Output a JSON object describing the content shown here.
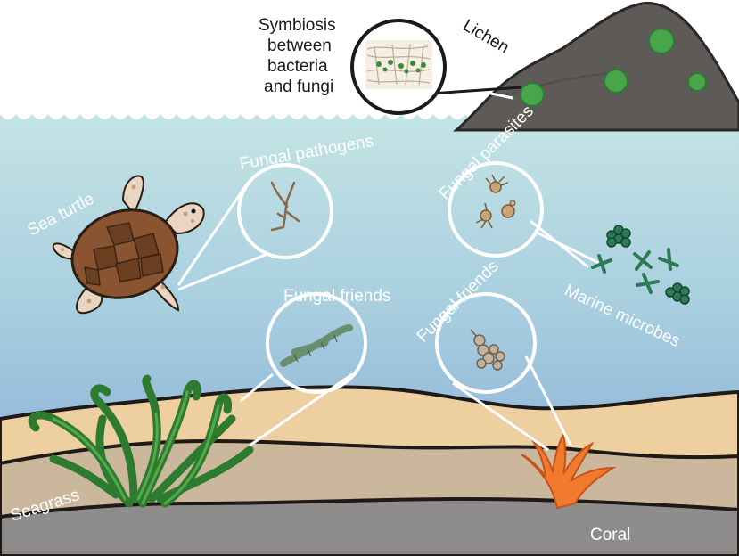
{
  "labels": {
    "symbiosis_line1": "Symbiosis",
    "symbiosis_line2": "between",
    "symbiosis_line3": "bacteria",
    "symbiosis_line4": "and fungi",
    "lichen": "Lichen",
    "sea_turtle": "Sea turtle",
    "fungal_pathogens": "Fungal pathogens",
    "fungal_parasites": "Fungal parasites",
    "fungal_friends_seagrass": "Fungal friends",
    "fungal_friends_coral": "Fungal friends",
    "marine_microbes": "Marine microbes",
    "seagrass": "Seagrass",
    "coral": "Coral"
  },
  "colors": {
    "water_top": "#bfe0e3",
    "water_bottom": "#8fb3d6",
    "sand": "#edcfa0",
    "mid_sediment": "#c9b79b",
    "bedrock": "#8f8c8c",
    "rock": "#5e5a58",
    "seagrass": "#3f8f3a",
    "coral": "#f07b2d",
    "turtle_shell": "#8a5430",
    "turtle_skin": "#ead5c3",
    "microbe": "#2d7a57"
  }
}
